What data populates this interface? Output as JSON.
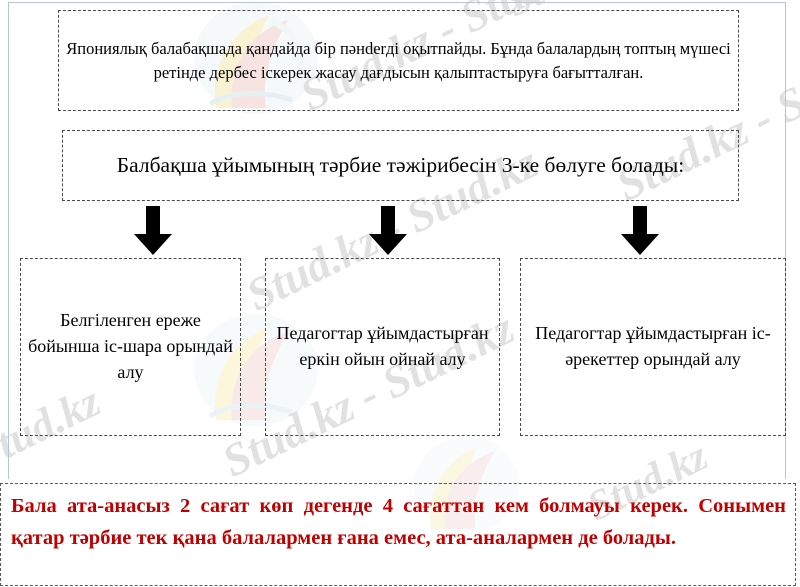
{
  "document": {
    "language": "kk",
    "background_color": "#ffffff",
    "text_color": "#000000",
    "accent_color": "#c00000",
    "border_color": "#4a4a4a",
    "rule_color": "#b9c6cc"
  },
  "diagram": {
    "type": "flowchart",
    "intro": {
      "text": "Япониялық балабақшада қандайда бір пәнderді оқытпайды. Бұнда балалардың топтың мүшесі ретінде дербес  іскерек жасау дағдысын қалыптастыруға бағытталған."
    },
    "heading": {
      "text": "Балбақша ұйымының тәрбие  тәжірибесін 3-ке бөлуге болады:"
    },
    "branches": [
      {
        "id": "branch-1",
        "text": "Белгіленген ереже бойынша іс-шара орындай алу"
      },
      {
        "id": "branch-2",
        "text": "Педагогтар ұйымдастырған еркін ойын ойнай алу"
      },
      {
        "id": "branch-3",
        "text": "Педагогтар ұйымдастырған іс-әрекеттер орындай алу"
      }
    ],
    "connectors": [
      {
        "id": "arrow-1",
        "glyph": "down-arrow"
      },
      {
        "id": "arrow-2",
        "glyph": "down-arrow"
      },
      {
        "id": "arrow-3",
        "glyph": "down-arrow"
      }
    ]
  },
  "footer_note": {
    "text": "Бала ата-анасыз 2 сағат көп дегенде 4 сағаттан кем болмауы керек. Сонымен қатар тәрбие тек қана балалармен ғана емес, ата-аналармен де болады."
  },
  "watermarks": {
    "text": "Stud.kz - Stud.kz",
    "short_text": "Stud.kz",
    "color": "#d8d8d8"
  }
}
